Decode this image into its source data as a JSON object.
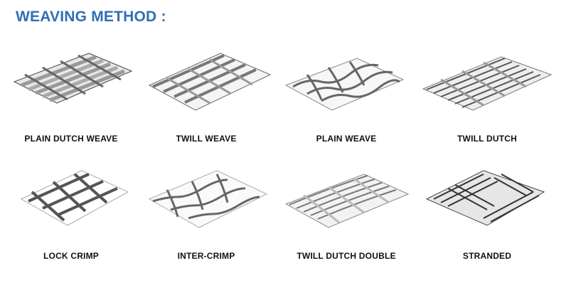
{
  "title": "WEAVING METHOD :",
  "weaves": [
    {
      "label": "PLAIN DUTCH WEAVE",
      "icon": "plain-dutch-weave-swatch"
    },
    {
      "label": "TWILL WEAVE",
      "icon": "twill-weave-swatch"
    },
    {
      "label": "PLAIN WEAVE",
      "icon": "plain-weave-swatch"
    },
    {
      "label": "TWILL DUTCH",
      "icon": "twill-dutch-swatch"
    },
    {
      "label": "LOCK CRIMP",
      "icon": "lock-crimp-swatch"
    },
    {
      "label": "INTER-CRIMP",
      "icon": "inter-crimp-swatch"
    },
    {
      "label": "TWILL DUTCH DOUBLE",
      "icon": "twill-dutch-double-swatch"
    },
    {
      "label": "STRANDED",
      "icon": "stranded-swatch"
    }
  ]
}
